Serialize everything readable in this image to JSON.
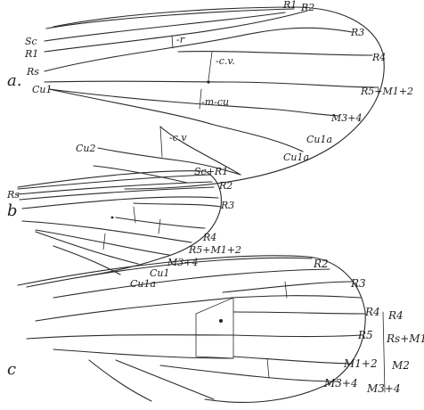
{
  "figure": {
    "panels": [
      {
        "letter": "a.",
        "labels": {
          "sc": "Sc",
          "r1_left": "R1",
          "rs": "Rs",
          "cu1": "Cu1",
          "cu2": "Cu2",
          "r1_tip": "R1",
          "r2_tip": "R2",
          "r3": "R3",
          "r4": "R4",
          "r5m": "R5+M1+2",
          "m34": "M3+4",
          "cu1a_a": "Cu1a",
          "cu1a_b": "Cu1a",
          "r_xvein": "-r",
          "cv_upper": "-c.v.",
          "mcu": "-m-cu",
          "cv_lower": "-c.v"
        }
      },
      {
        "letter": "b",
        "labels": {
          "scr1": "Sc+R1",
          "r2": "R2",
          "r3": "R3",
          "rs": "Rs",
          "r4": "R4",
          "r5m": "R5+M1+2",
          "m34": "M3+4",
          "cu1": "Cu1",
          "cu1a": "Cu1a"
        }
      },
      {
        "letter": "c",
        "labels": {
          "r2": "R2",
          "r3": "R3",
          "r4_inner": "R4",
          "r4_outer": "R4",
          "r5_inner": "R5",
          "rsm1_outer": "Rs+M1",
          "m12_inner": "M1+2",
          "m2_outer": "M2",
          "m34_inner": "M3+4",
          "m34_outer": "M3+4"
        }
      }
    ]
  }
}
